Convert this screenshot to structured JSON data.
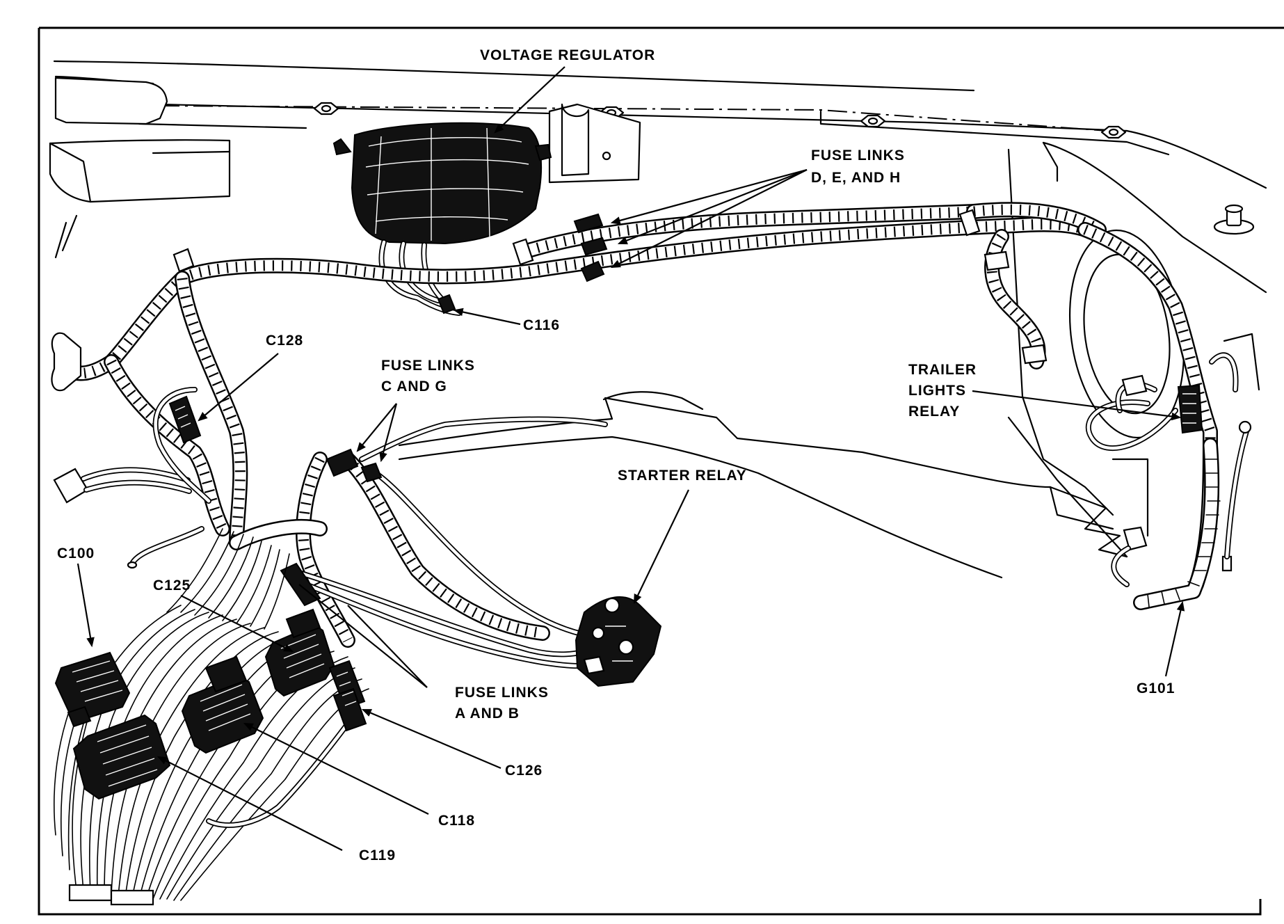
{
  "labels": {
    "voltage_regulator": "VOLTAGE REGULATOR",
    "fuse_links_dEH_line1": "FUSE LINKS",
    "fuse_links_dEH_line2": "D, E, AND H",
    "c116": "C116",
    "c128": "C128",
    "fuse_links_cG_line1": "FUSE LINKS",
    "fuse_links_cG_line2": "C AND G",
    "trailer_line1": "TRAILER",
    "trailer_line2": "LIGHTS",
    "trailer_line3": "RELAY",
    "starter_relay": "STARTER RELAY",
    "c100": "C100",
    "c125": "C125",
    "fuse_links_aB_line1": "FUSE LINKS",
    "fuse_links_aB_line2": "A AND B",
    "g101": "G101",
    "c126": "C126",
    "c118": "C118",
    "c119": "C119"
  }
}
